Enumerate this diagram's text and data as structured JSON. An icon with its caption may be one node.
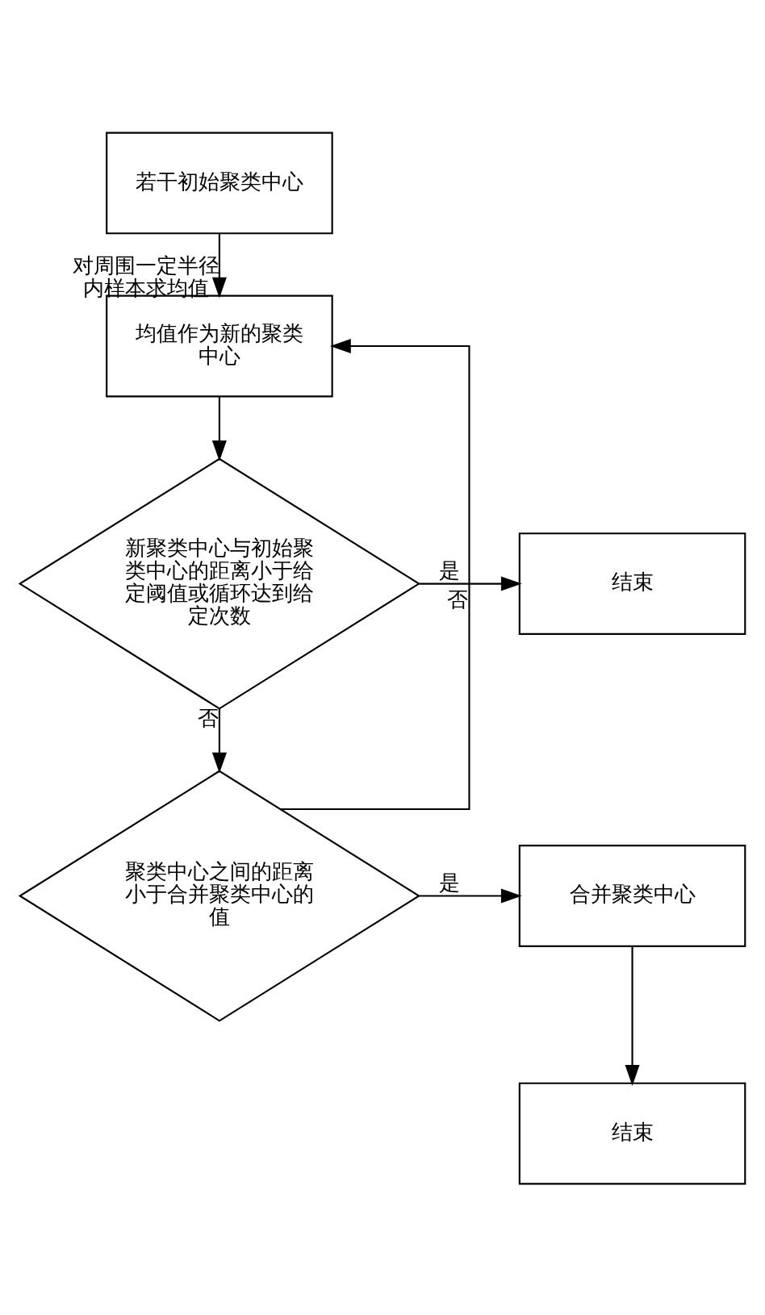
{
  "diagram": {
    "nodes": [
      {
        "text": [
          "若干初始聚类中心"
        ]
      },
      {
        "text": [
          "均值作为新的聚类中心"
        ]
      },
      {
        "text": [
          "新聚类中心与初始聚类中心的距离小于给定阈值或循环达到给定次数"
        ]
      },
      {
        "text": [
          "结束"
        ]
      },
      {
        "text": [
          "聚类中心之间的距离小于合并聚类中心的值"
        ]
      },
      {
        "text": [
          "合并聚类中心"
        ]
      },
      {
        "text": [
          "结束"
        ]
      }
    ],
    "edges": [
      {
        "from": 0,
        "to": 1,
        "arrow": "to",
        "label": "对周围一定半径内样本求均值"
      },
      {
        "from": 1,
        "to": 2,
        "arrow": "to"
      },
      {
        "from": 2,
        "to": 3,
        "arrow": "to",
        "label": "是"
      },
      {
        "from": 2,
        "to": 4,
        "arrow": "to",
        "label": "否"
      },
      {
        "from": 4,
        "to": 5,
        "arrow": "to",
        "label": "是"
      },
      {
        "from": 5,
        "to": 6,
        "arrow": "to"
      },
      {
        "from": 4,
        "to": 1,
        "arrow": "to",
        "label": "否"
      }
    ]
  }
}
